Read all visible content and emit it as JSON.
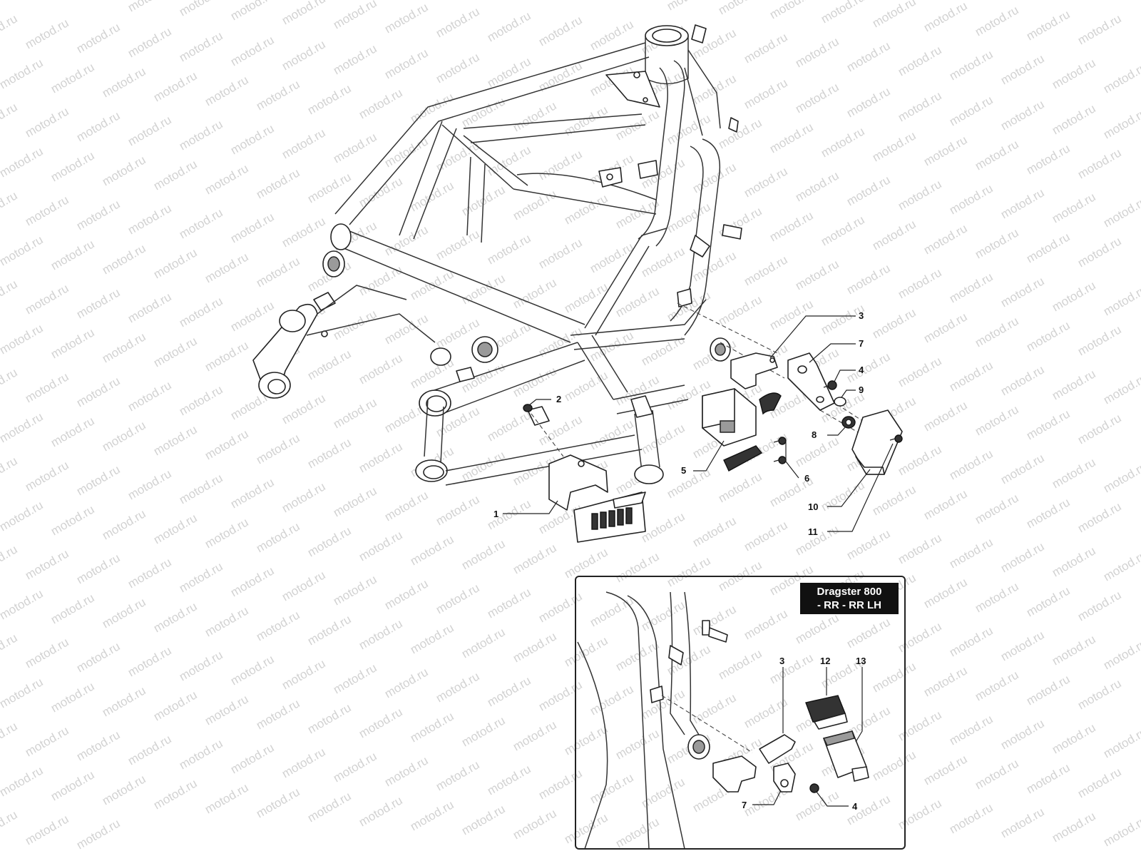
{
  "watermark": {
    "text": "motod.ru"
  },
  "inset": {
    "title": "Dragster 800\n- RR - RR LH"
  },
  "main_callouts": [
    {
      "id": "c1",
      "label": "1"
    },
    {
      "id": "c2",
      "label": "2"
    },
    {
      "id": "c3",
      "label": "3"
    },
    {
      "id": "c4",
      "label": "4"
    },
    {
      "id": "c5",
      "label": "5"
    },
    {
      "id": "c6",
      "label": "6"
    },
    {
      "id": "c7",
      "label": "7"
    },
    {
      "id": "c8",
      "label": "8"
    },
    {
      "id": "c9",
      "label": "9"
    },
    {
      "id": "c10",
      "label": "10"
    },
    {
      "id": "c11",
      "label": "11"
    }
  ],
  "inset_callouts": [
    {
      "id": "i3",
      "label": "3"
    },
    {
      "id": "i12",
      "label": "12"
    },
    {
      "id": "i13",
      "label": "13"
    },
    {
      "id": "i7",
      "label": "7"
    },
    {
      "id": "i4",
      "label": "4"
    }
  ]
}
